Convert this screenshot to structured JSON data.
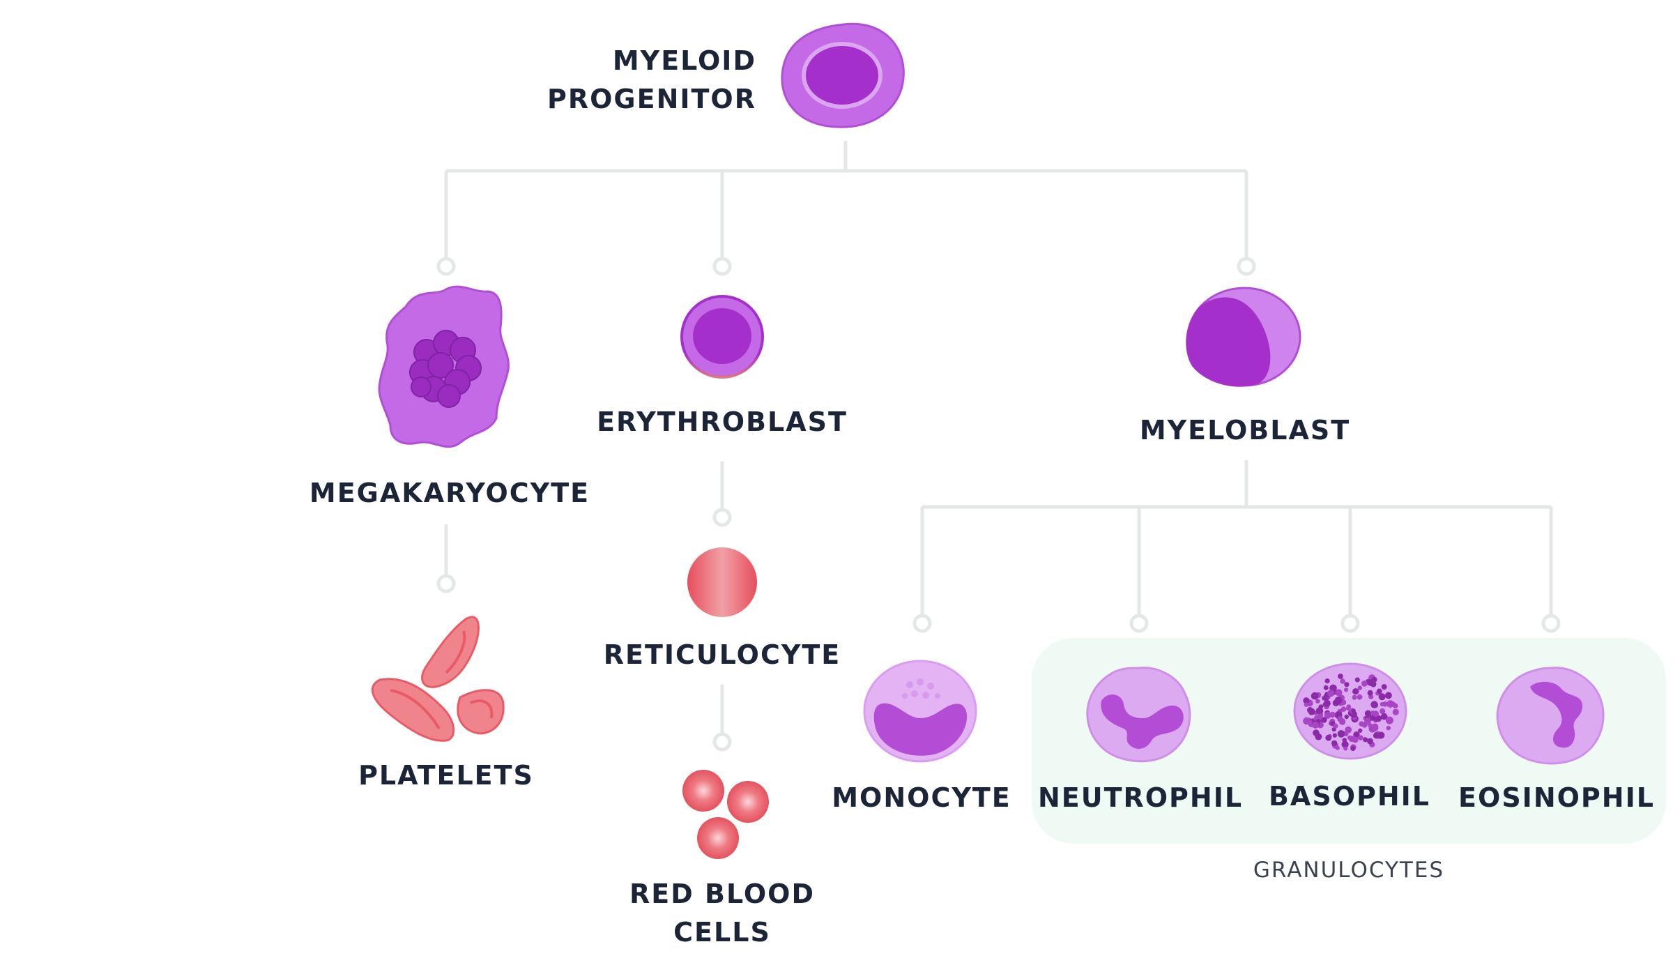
{
  "diagram": {
    "root": {
      "label_line1": "MYELOID",
      "label_line2": "PROGENITOR"
    },
    "nodes": {
      "megakaryocyte": "MEGAKARYOCYTE",
      "platelets": "PLATELETS",
      "erythroblast": "ERYTHROBLAST",
      "reticulocyte": "RETICULOCYTE",
      "red_blood_cells_line1": "RED BLOOD",
      "red_blood_cells_line2": "CELLS",
      "myeloblast": "MYELOBLAST",
      "monocyte": "MONOCYTE",
      "neutrophil": "NEUTROPHIL",
      "basophil": "BASOPHIL",
      "eosinophil": "EOSINOPHIL"
    },
    "group": {
      "label": "GRANULOCYTES"
    },
    "colors": {
      "connector": "#e3e8e6",
      "granulocyte_group_bg": "#eefaf3",
      "purple_dark": "#a52fcb",
      "purple_mid": "#c56ae6",
      "purple_light": "#dcaaf0",
      "red": "#e85a66",
      "text": "#1c2538"
    }
  }
}
